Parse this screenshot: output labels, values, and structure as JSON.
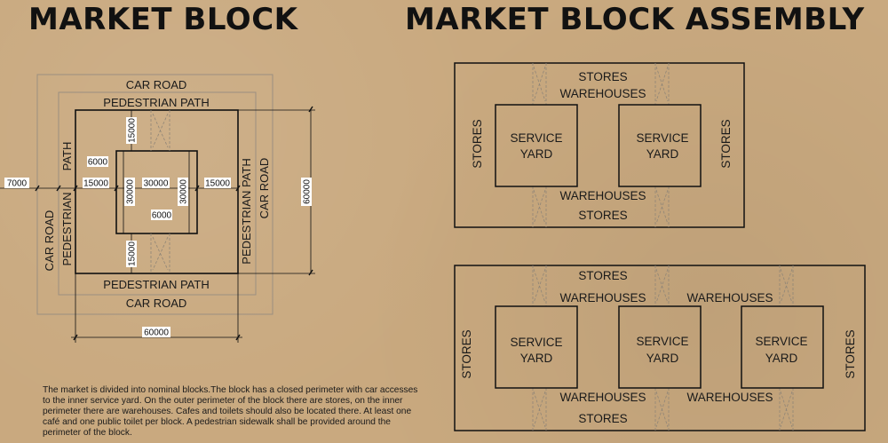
{
  "titles": {
    "block": "MARKET BLOCK",
    "assembly": "MARKET BLOCK ASSEMBLY"
  },
  "block_plan": {
    "car_road": "CAR ROAD",
    "pedestrian_path": "PEDESTRIAN PATH",
    "pedestrian_left_a": "PEDESTRIAN",
    "pedestrian_left_b": "PATH",
    "dims": {
      "outer_road_width": "7000",
      "depth_top": "15000",
      "depth_bottom": "15000",
      "depth_left": "15000",
      "depth_right": "15000",
      "yard_width": "30000",
      "yard_height_left": "30000",
      "yard_height_right": "30000",
      "passage_top": "6000",
      "passage_bottom": "6000",
      "block_width": "60000",
      "block_height": "60000"
    }
  },
  "assembly_top": {
    "stores": "STORES",
    "warehouses": "WAREHOUSES",
    "yard_line1": "SERVICE",
    "yard_line2": "YARD"
  },
  "assembly_bottom": {
    "stores": "STORES",
    "warehouses": "WAREHOUSES",
    "yard_line1": "SERVICE",
    "yard_line2": "YARD"
  },
  "description": "The market is divided into nominal blocks.The block has a closed perimeter with car accesses to the inner service yard. On the outer perimeter of the block there are stores, on the inner perimeter there are warehouses. Cafes and toilets should also be located there. At least one café and one public toilet per block. A pedestrian sidewalk shall be provided around the perimeter of the block.",
  "colors": {
    "background": "#c9a97f",
    "ink": "#1a1a1a",
    "faint_line": "#9b8f80"
  }
}
